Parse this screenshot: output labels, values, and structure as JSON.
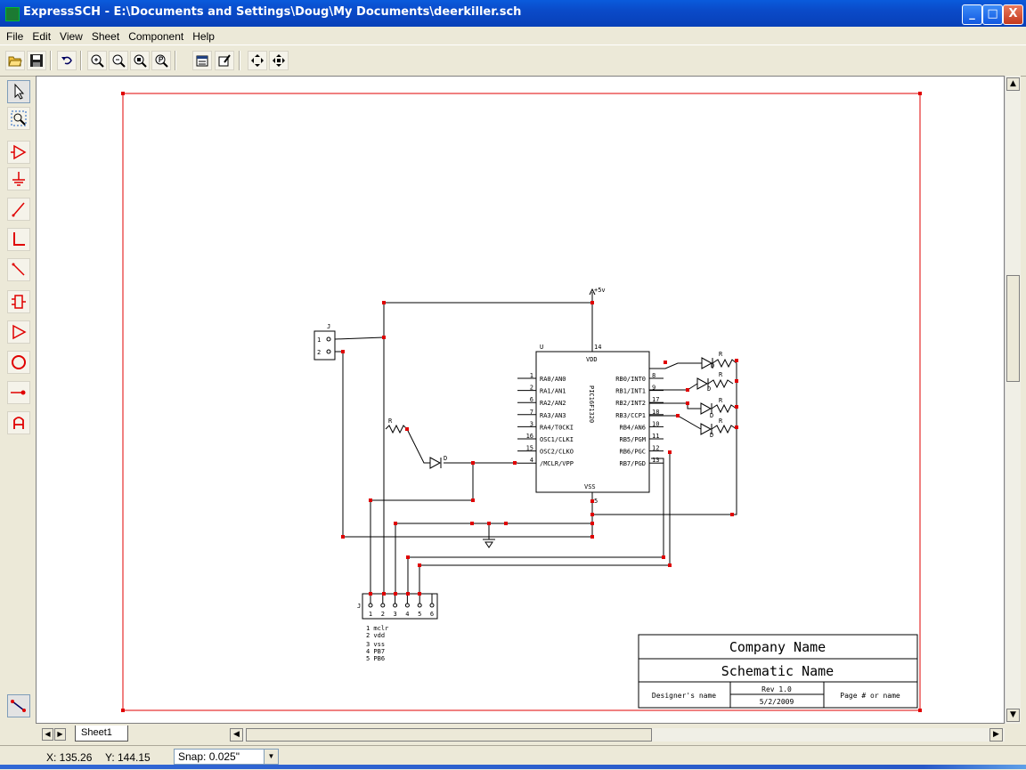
{
  "window": {
    "title": "ExpressSCH - E:\\Documents and Settings\\Doug\\My Documents\\deerkiller.sch",
    "buttons": {
      "minimize": "_",
      "maximize": "□",
      "close": "X"
    }
  },
  "menu": [
    "File",
    "Edit",
    "View",
    "Sheet",
    "Component",
    "Help"
  ],
  "toolbar": [
    "open-icon",
    "save-icon",
    "undo-icon",
    "zoom-in-icon",
    "zoom-out-icon",
    "zoom-area-icon",
    "zoom-page-icon",
    "properties-icon",
    "edit-part-icon",
    "pan-icon",
    "pan-all-icon"
  ],
  "left_toolbar": [
    "select-arrow-icon",
    "zoom-select-icon",
    "part-icon",
    "ground-icon",
    "wire-icon",
    "bus-icon",
    "bus-entry-icon",
    "connector-icon",
    "triangle-icon",
    "circle-icon",
    "junction-icon",
    "text-icon"
  ],
  "schematic": {
    "title_block": {
      "company": "Company Name",
      "schematic": "Schematic Name",
      "designer": "Designer's name",
      "rev": "Rev 1.0",
      "date": "5/2/2009",
      "page": "Page # or name"
    },
    "chip": {
      "ref": "U",
      "name": "PIC16F1320",
      "vdd": "VDD",
      "vss": "VSS",
      "vdd_pin": "14",
      "vss_pin": "5",
      "left_pins": [
        {
          "num": "1",
          "label": "RA0/AN0"
        },
        {
          "num": "2",
          "label": "RA1/AN1"
        },
        {
          "num": "6",
          "label": "RA2/AN2"
        },
        {
          "num": "7",
          "label": "RA3/AN3"
        },
        {
          "num": "3",
          "label": "RA4/T0CKI"
        },
        {
          "num": "16",
          "label": "OSC1/CLKI"
        },
        {
          "num": "15",
          "label": "OSC2/CLKO"
        },
        {
          "num": "4",
          "label": "/MCLR/VPP"
        }
      ],
      "right_pins": [
        {
          "num": "8",
          "label": "RB0/INT0"
        },
        {
          "num": "9",
          "label": "RB1/INT1"
        },
        {
          "num": "17",
          "label": "RB2/INT2"
        },
        {
          "num": "18",
          "label": "RB3/CCP1"
        },
        {
          "num": "10",
          "label": "RB4/AN6"
        },
        {
          "num": "11",
          "label": "RB5/PGM"
        },
        {
          "num": "12",
          "label": "RB6/PGC"
        },
        {
          "num": "13",
          "label": "RB7/PGD"
        }
      ]
    },
    "power_label": "+5v",
    "j1": {
      "ref": "J",
      "pins": [
        "1",
        "2"
      ]
    },
    "j2": {
      "ref": "J",
      "pins": [
        "1",
        "2",
        "3",
        "4",
        "5",
        "6"
      ]
    },
    "resistor_label": "R",
    "diode_label": "D",
    "legend": [
      "1 mclr",
      "2 vdd",
      "3 vss",
      "4 PB7",
      "5 PB6"
    ]
  },
  "sheet_tab": "Sheet1",
  "status": {
    "x": "X: 135.26",
    "y": "Y: 144.15",
    "snap": "Snap: 0.025\""
  }
}
